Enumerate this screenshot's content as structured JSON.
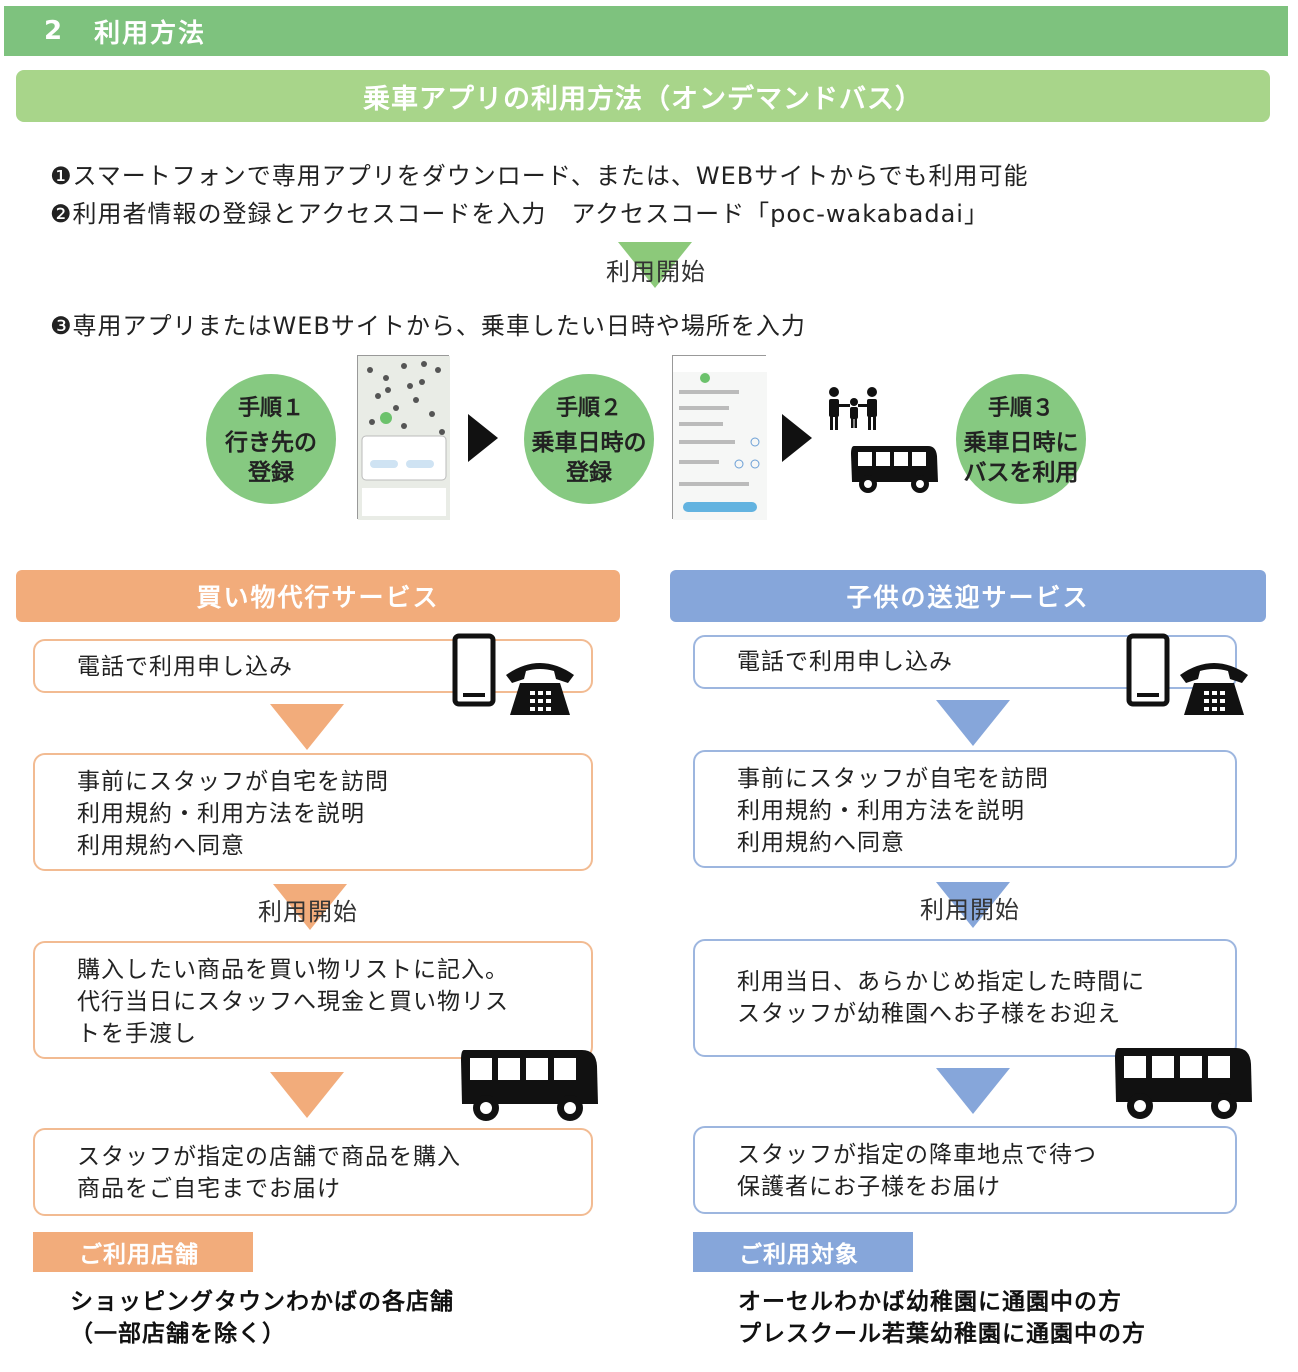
{
  "section": {
    "number": "2",
    "title": "利用方法"
  },
  "app_usage_title": "乗車アプリの利用方法（オンデマンドバス）",
  "steps": {
    "line1": "❶スマートフォンで専用アプリをダウンロード、または、WEBサイトからでも利用可能",
    "line2": "❷利用者情報の登録とアクセスコードを入力　アクセスコード「poc-wakabadai」",
    "start_label": "利用開始",
    "line3": "❸専用アプリまたはWEBサイトから、乗車したい日時や場所を入力"
  },
  "procedure": [
    {
      "label": "手順１",
      "text_a": "行き先の",
      "text_b": "登録"
    },
    {
      "label": "手順２",
      "text_a": "乗車日時の",
      "text_b": "登録"
    },
    {
      "label": "手順３",
      "text_a": "乗車日時に",
      "text_b": "バスを利用"
    }
  ],
  "shopping": {
    "header": "買い物代行サービス",
    "box1": "電話で利用申し込み",
    "box2": "事前にスタッフが自宅を訪問\n利用規約・利用方法を説明\n利用規約へ同意",
    "start_label": "利用開始",
    "box3": "購入したい商品を買い物リストに記入。\n代行当日にスタッフへ現金と買い物リス\nトを手渡し",
    "box4": "スタッフが指定の店舗で商品を購入\n商品をご自宅までお届け",
    "tag": "ご利用店舗",
    "target_line1": "ショッピングタウンわかばの各店舗",
    "target_line2": "（一部店舗を除く）"
  },
  "children": {
    "header": "子供の送迎サービス",
    "box1": "電話で利用申し込み",
    "box2": "事前にスタッフが自宅を訪問\n利用規約・利用方法を説明\n利用規約へ同意",
    "start_label": "利用開始",
    "box3": "利用当日、あらかじめ指定した時間に\nスタッフが幼稚園へお子様をお迎え",
    "box4": "スタッフが指定の降車地点で待つ\n保護者にお子様をお届け",
    "tag": "ご利用対象",
    "target_line1": "オーセルわかば幼稚園に通園中の方",
    "target_line2": "プレスクール若葉幼稚園に通園中の方"
  },
  "colors": {
    "section_green": "#7ec27e",
    "light_green": "#a8d58a",
    "orange": "#f2ac7b",
    "blue": "#86a6da"
  },
  "icons": [
    "mobile-phone-icon",
    "telephone-icon",
    "bus-icon",
    "family-icon"
  ]
}
